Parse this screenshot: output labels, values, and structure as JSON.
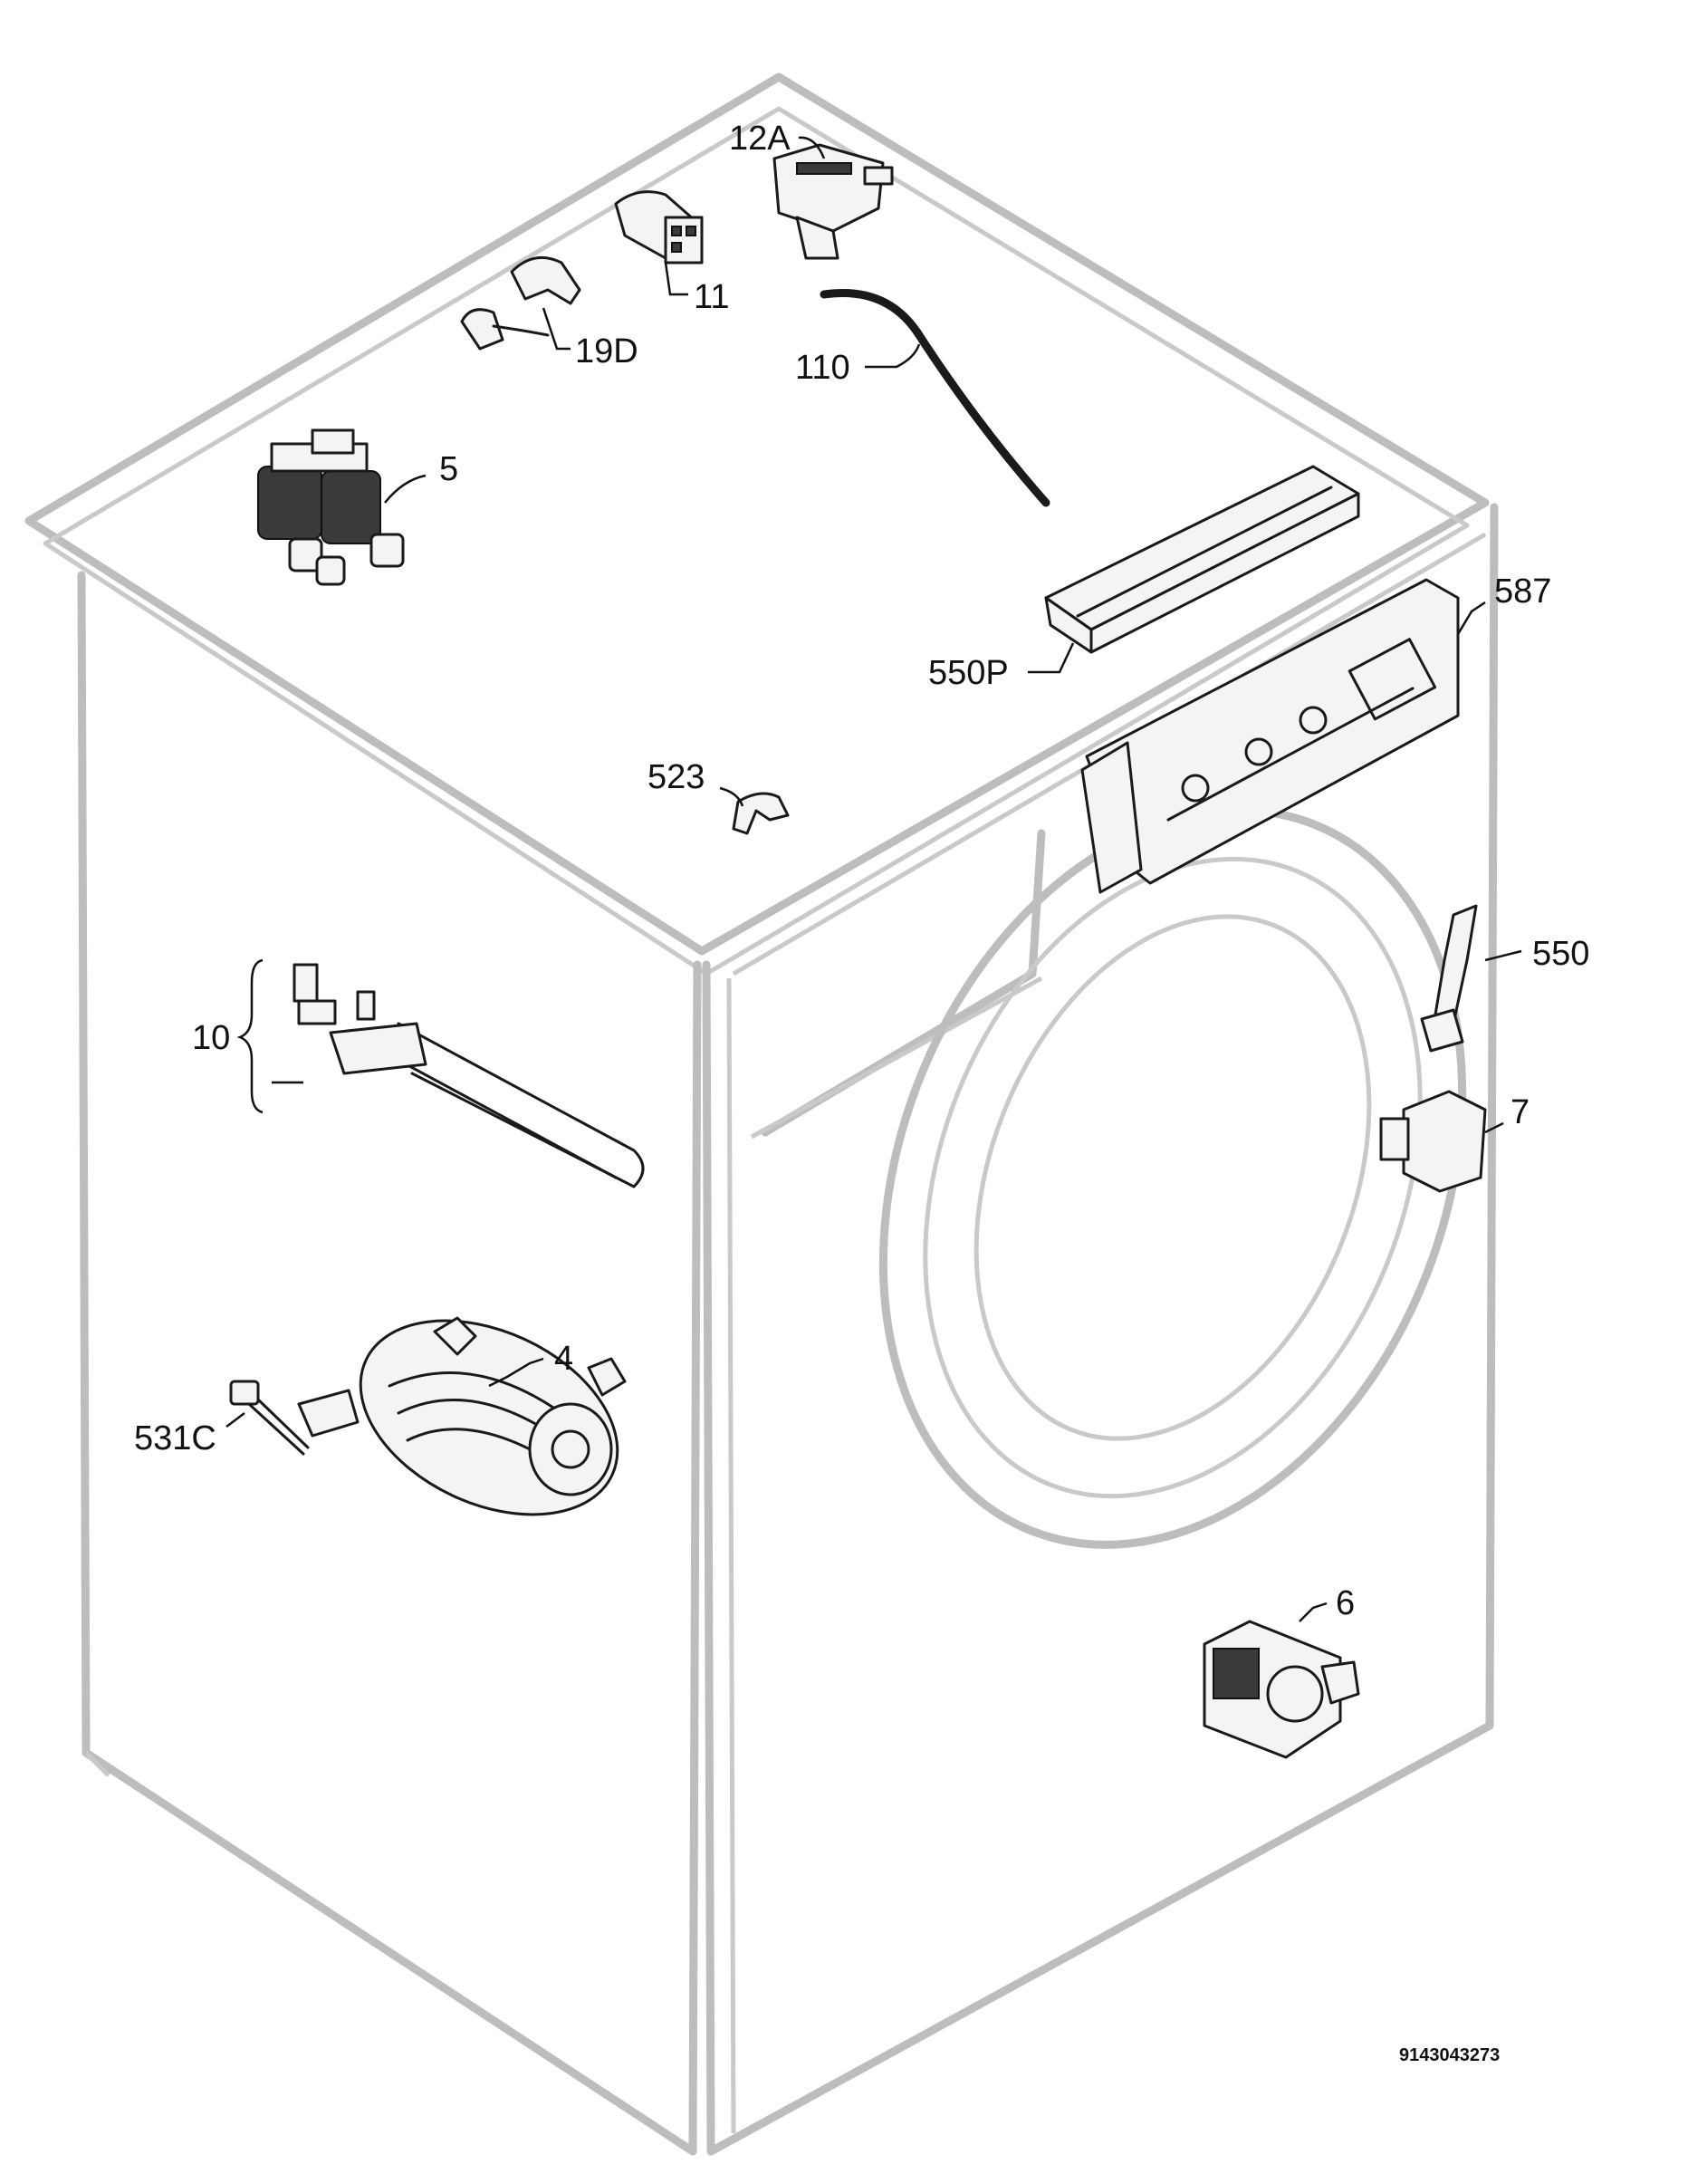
{
  "diagram": {
    "document_number": "9143043273",
    "callouts": [
      {
        "id": "12a",
        "label": "12A"
      },
      {
        "id": "11",
        "label": "11"
      },
      {
        "id": "19d",
        "label": "19D"
      },
      {
        "id": "110",
        "label": "110"
      },
      {
        "id": "5",
        "label": "5"
      },
      {
        "id": "587",
        "label": "587"
      },
      {
        "id": "550p",
        "label": "550P"
      },
      {
        "id": "523",
        "label": "523"
      },
      {
        "id": "550",
        "label": "550"
      },
      {
        "id": "10",
        "label": "10"
      },
      {
        "id": "7",
        "label": "7"
      },
      {
        "id": "4",
        "label": "4"
      },
      {
        "id": "531c",
        "label": "531C"
      },
      {
        "id": "6",
        "label": "6"
      }
    ]
  }
}
